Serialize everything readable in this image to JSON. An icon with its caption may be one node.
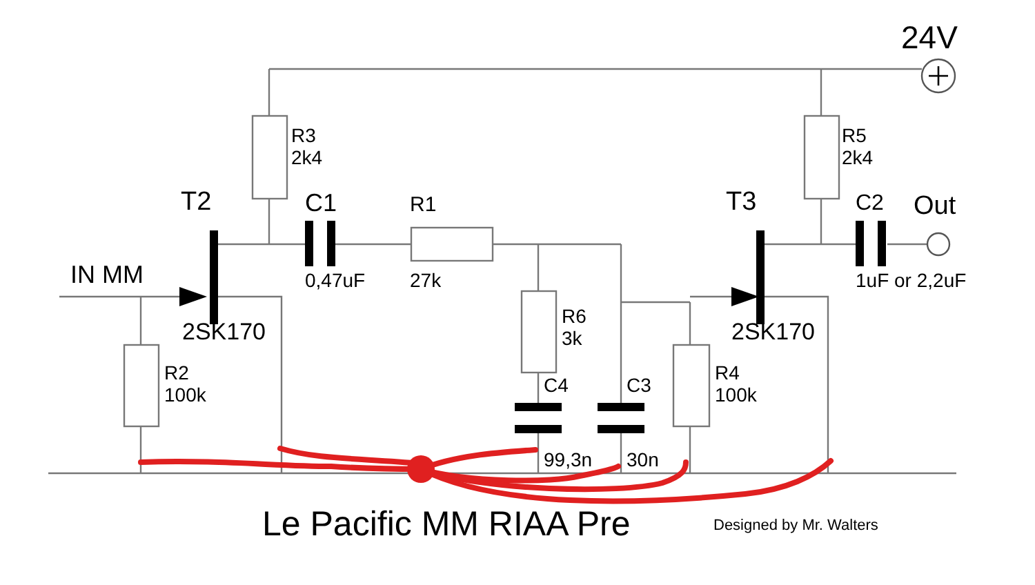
{
  "diagram": {
    "title": "Le Pacific MM RIAA Pre",
    "labels": [
      "24V",
      "R3",
      "2k4",
      "R5",
      "2k4",
      "T2",
      "C1",
      "R1",
      "T3",
      "C2",
      "Out",
      "IN MM",
      "0,47uF",
      "27k",
      "1uF or 2,2uF",
      "2SK170",
      "R6",
      "3k",
      "2SK170",
      "R2",
      "100k",
      "R4",
      "100k",
      "C4",
      "C3",
      "99,3n",
      "30n",
      "Designed by Mr. Walters"
    ]
  }
}
